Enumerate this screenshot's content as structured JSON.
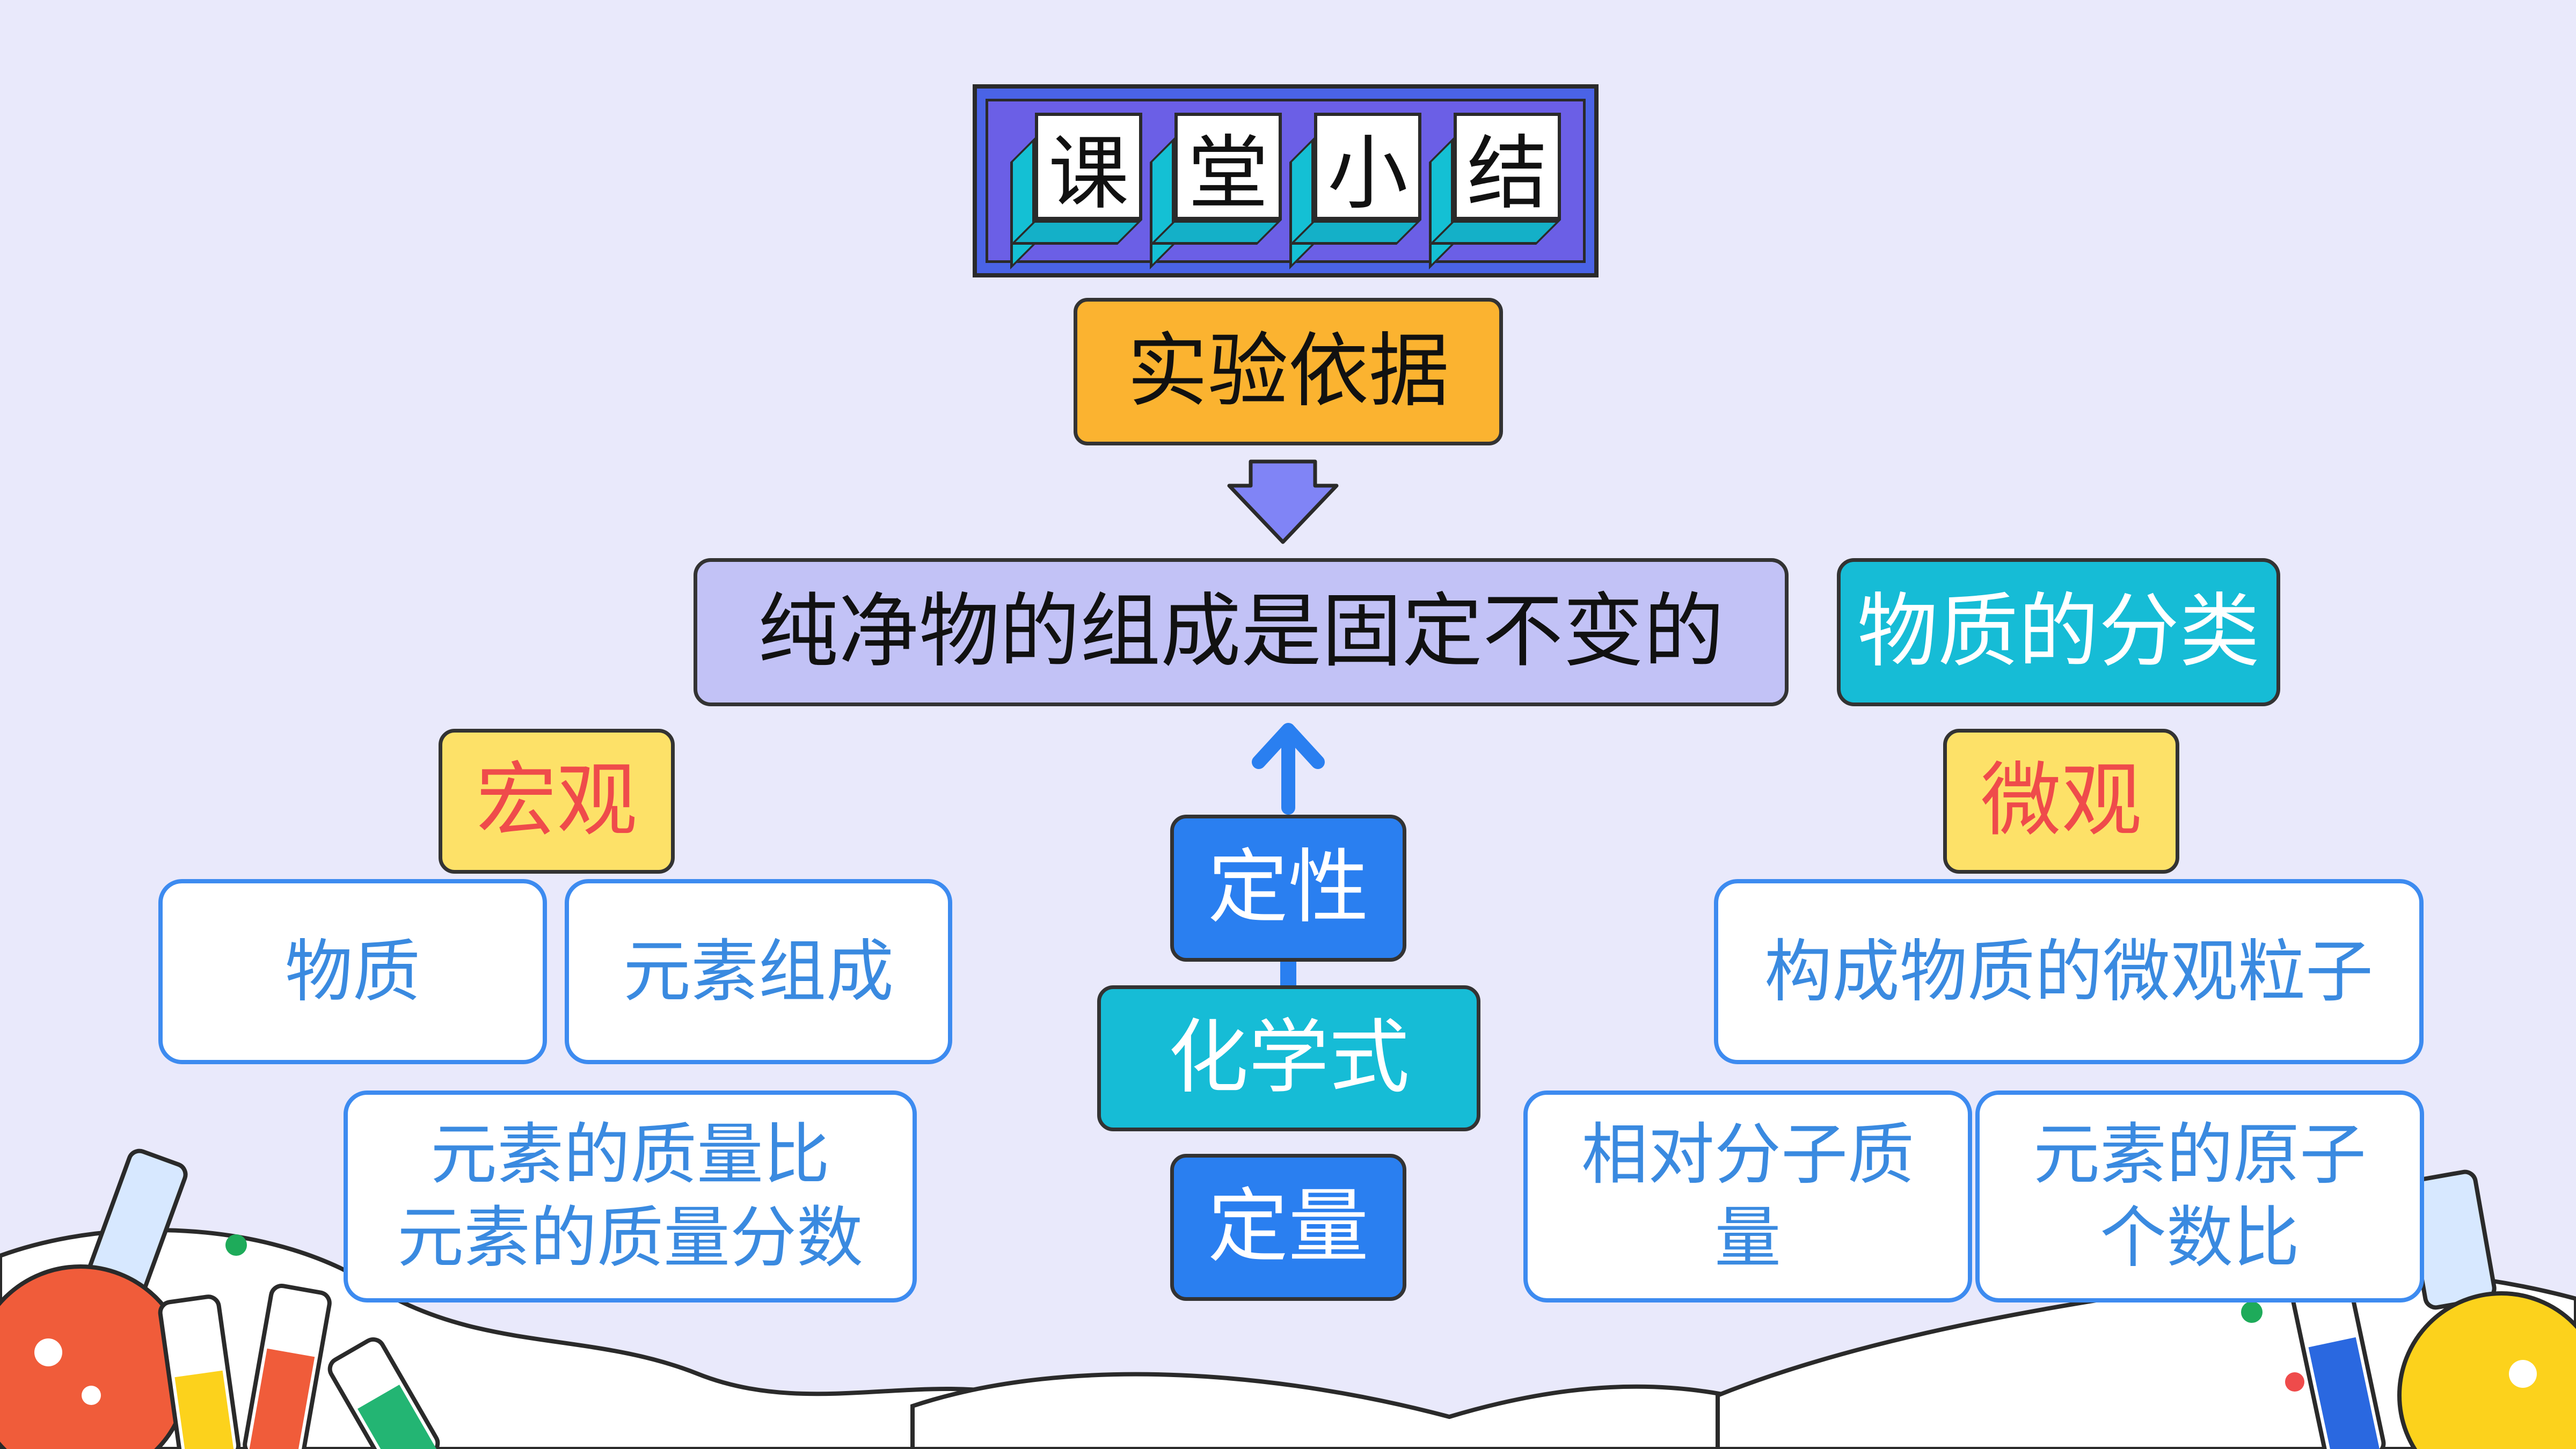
{
  "title": {
    "chars": [
      "课",
      "堂",
      "小",
      "结"
    ]
  },
  "diagram": {
    "basis": "实验依据",
    "main": "纯净物的组成是固定不变的",
    "classification": "物质的分类",
    "macro": "宏观",
    "micro": "微观",
    "macro_items": [
      "物质",
      "元素组成"
    ],
    "macro_ratio_lines": [
      "元素的质量比",
      "元素的质量分数"
    ],
    "qualitative": "定性",
    "formula": "化学式",
    "quantitative": "定量",
    "micro_particles": "构成物质的微观粒子",
    "micro_items": [
      "相对分子质量",
      "元素的原子个数比"
    ]
  },
  "colors": {
    "background": "#e9e9fb",
    "banner": "#4a63e6",
    "orange": "#fbb330",
    "lavender": "#c2c2f6",
    "teal": "#16bcd6",
    "yellow": "#fde168",
    "blue": "#2a7ff0",
    "outline_blue": "#3d8bf0",
    "red_text": "#ef4b4b"
  }
}
